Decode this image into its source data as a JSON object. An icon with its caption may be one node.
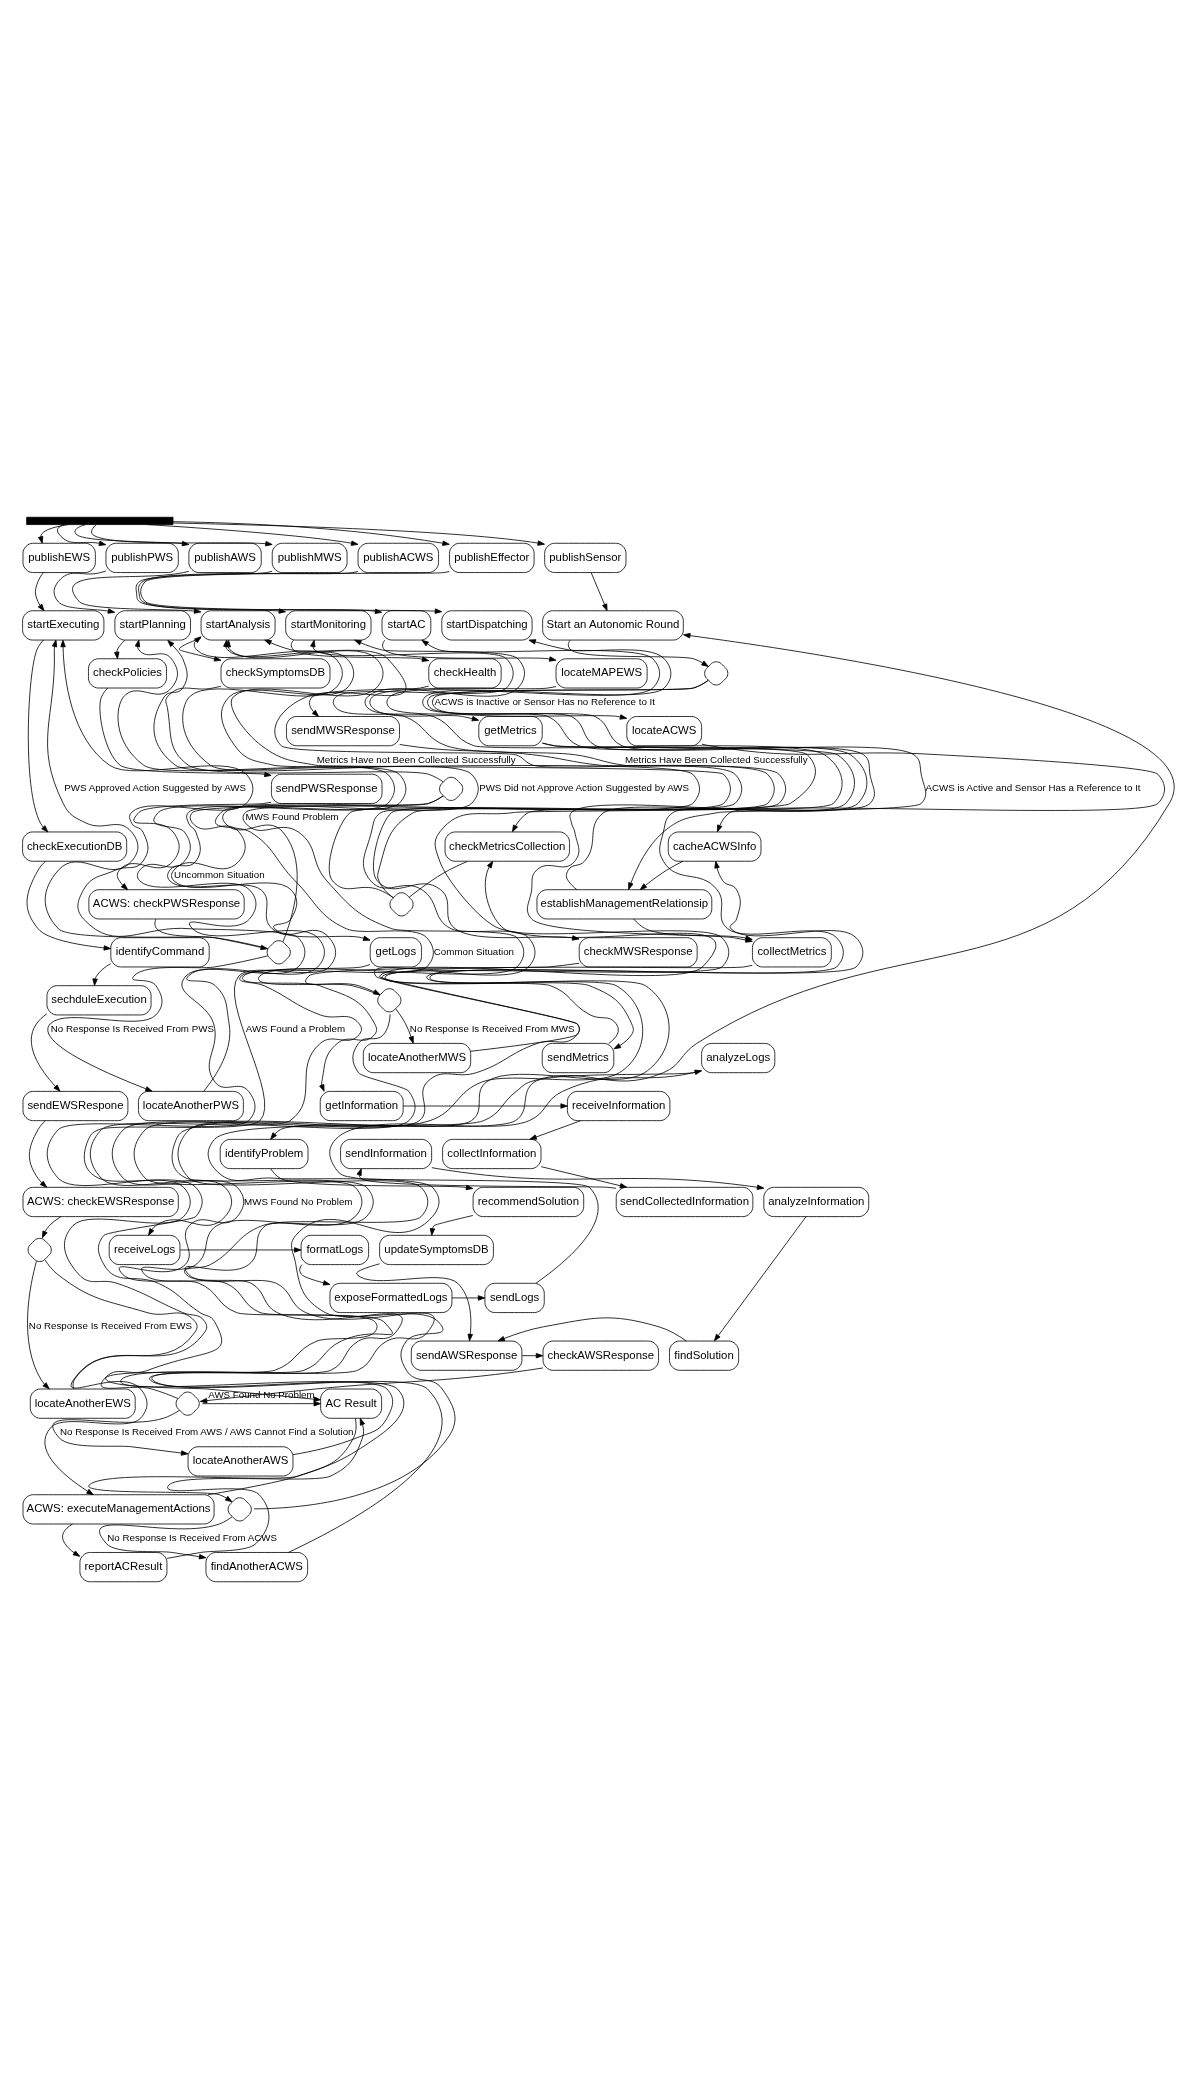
{
  "diagram": {
    "nodes": [
      {
        "text": [],
        "shape": "bar"
      },
      {
        "text": [
          "publishEWS"
        ]
      },
      {
        "text": [
          "startExecuting"
        ]
      },
      {
        "text": [
          "checkExecutionDB"
        ]
      },
      {
        "text": [
          "identifyCommand"
        ]
      },
      {
        "text": [
          "sechduleExecution"
        ]
      },
      {
        "text": [
          "sendEWSRespone"
        ]
      },
      {
        "text": [
          "ACWS: checkEWSResponse"
        ]
      },
      {
        "text": [],
        "shape": "diamond"
      },
      {
        "text": [
          "locateAnotherEWS"
        ]
      },
      {
        "text": [
          "ACWS: executeManagementActions"
        ]
      },
      {
        "text": [
          "publishPWS"
        ]
      },
      {
        "text": [
          "startPlanning"
        ]
      },
      {
        "text": [
          "checkPolicies"
        ]
      },
      {
        "text": [
          "sendPWSResponse"
        ]
      },
      {
        "text": [
          "ACWS: checkPWSResponse"
        ]
      },
      {
        "text": [],
        "shape": "diamond"
      },
      {
        "text": [
          "locateAnotherPWS"
        ]
      },
      {
        "text": [
          "publishAWS"
        ]
      },
      {
        "text": [
          "startAnalysis"
        ]
      },
      {
        "text": [
          "checkSymptomsDB"
        ]
      },
      {
        "text": [],
        "shape": "diamond"
      },
      {
        "text": [
          "getLogs"
        ]
      },
      {
        "text": [
          "analyzeLogs"
        ]
      },
      {
        "text": [
          "identifyProblem"
        ]
      },
      {
        "text": [
          "recommendSolution"
        ]
      },
      {
        "text": [
          "updateSymptomsDB"
        ]
      },
      {
        "text": [
          "sendAWSResponse"
        ]
      },
      {
        "text": [
          "getInformation"
        ]
      },
      {
        "text": [
          "analyzeInformation"
        ]
      },
      {
        "text": [
          "findSolution"
        ]
      },
      {
        "text": [
          "publishMWS"
        ]
      },
      {
        "text": [
          "startMonitoring"
        ]
      },
      {
        "text": [
          "checkHealth"
        ]
      },
      {
        "text": [
          "sendMWSResponse"
        ]
      },
      {
        "text": [
          "publishACWS"
        ]
      },
      {
        "text": [
          "startAC"
        ]
      },
      {
        "text": [
          "locateMAPEWS"
        ]
      },
      {
        "text": [
          "getMetrics"
        ]
      },
      {
        "text": [
          "checkMetricsCollection"
        ]
      },
      {
        "text": [],
        "shape": "diamond"
      },
      {
        "text": [
          "checkMWSResponse"
        ]
      },
      {
        "text": [],
        "shape": "diamond"
      },
      {
        "text": [
          "locateAnotherMWS"
        ]
      },
      {
        "text": [
          "receiveInformation"
        ]
      },
      {
        "text": [
          "sendInformation"
        ]
      },
      {
        "text": [
          "receiveLogs"
        ]
      },
      {
        "text": [
          "sendLogs"
        ]
      },
      {
        "text": [
          "checkAWSResponse"
        ]
      },
      {
        "text": [],
        "shape": "diamond"
      },
      {
        "text": [
          "locateAnotherAWS"
        ]
      },
      {
        "text": [
          "reportACResult"
        ]
      },
      {
        "text": [
          "publishEffector"
        ]
      },
      {
        "text": [
          "startDispatching"
        ]
      },
      {
        "text": [
          "publishSensor"
        ]
      },
      {
        "text": [
          "Start an Autonomic Round"
        ]
      },
      {
        "text": [],
        "shape": "diamond"
      },
      {
        "text": [
          "locateACWS"
        ]
      },
      {
        "text": [
          "cacheACWSInfo"
        ]
      },
      {
        "text": [
          "establishManagementRelationsip"
        ]
      },
      {
        "text": [
          "collectMetrics"
        ]
      },
      {
        "text": [
          "sendMetrics"
        ]
      },
      {
        "text": [
          "collectInformation"
        ]
      },
      {
        "text": [
          "sendCollectedInformation"
        ]
      },
      {
        "text": [
          "formatLogs"
        ]
      },
      {
        "text": [
          "exposeFormattedLogs"
        ]
      },
      {
        "text": [
          "AC Result"
        ]
      },
      {
        "text": [],
        "shape": "diamond"
      },
      {
        "text": [
          "findAnotherACWS"
        ]
      }
    ],
    "edges": [
      {
        "from": 0,
        "to": 1,
        "arrow": "to"
      },
      {
        "from": 0,
        "to": 11,
        "arrow": "to"
      },
      {
        "from": 0,
        "to": 18,
        "arrow": "to"
      },
      {
        "from": 0,
        "to": 31,
        "arrow": "to"
      },
      {
        "from": 0,
        "to": 35,
        "arrow": "to"
      },
      {
        "from": 0,
        "to": 52,
        "arrow": "to"
      },
      {
        "from": 0,
        "to": 54,
        "arrow": "to"
      },
      {
        "from": 1,
        "to": 2,
        "arrow": "to"
      },
      {
        "from": 2,
        "to": 3,
        "arrow": "to"
      },
      {
        "from": 3,
        "to": 4,
        "arrow": "to"
      },
      {
        "from": 4,
        "to": 5,
        "arrow": "to"
      },
      {
        "from": 5,
        "to": 6,
        "arrow": "to"
      },
      {
        "from": 6,
        "to": 7,
        "arrow": "to"
      },
      {
        "from": 7,
        "to": 8,
        "arrow": "to"
      },
      {
        "from": 8,
        "to": 9,
        "label": "No Response Is Received From EWS",
        "arrow": "to"
      },
      {
        "from": 9,
        "to": 2,
        "arrow": "to"
      },
      {
        "from": 8,
        "to": 10,
        "arrow": "to"
      },
      {
        "from": 10,
        "to": 53,
        "arrow": "to"
      },
      {
        "from": 10,
        "to": 51,
        "arrow": "to"
      },
      {
        "from": 11,
        "to": 12,
        "arrow": "to"
      },
      {
        "from": 12,
        "to": 13,
        "arrow": "to"
      },
      {
        "from": 13,
        "to": 14,
        "arrow": "to"
      },
      {
        "from": 14,
        "to": 15,
        "arrow": "to"
      },
      {
        "from": 15,
        "to": 16,
        "arrow": "to"
      },
      {
        "from": 16,
        "to": 17,
        "label": "No Response Is Received From PWS",
        "arrow": "to"
      },
      {
        "from": 17,
        "to": 12,
        "arrow": "to"
      },
      {
        "from": 16,
        "to": 2,
        "label": "PWS Approved Action Suggested by AWS",
        "arrow": "to"
      },
      {
        "from": 16,
        "to": 19,
        "label": "PWS Did not Approve Action Suggested by AWS",
        "arrow": "to"
      },
      {
        "from": 18,
        "to": 19,
        "arrow": "to"
      },
      {
        "from": 19,
        "to": 20,
        "arrow": "to"
      },
      {
        "from": 20,
        "to": 21,
        "arrow": "none"
      },
      {
        "from": 21,
        "to": 22,
        "label": "Uncommon Situation",
        "arrow": "to"
      },
      {
        "from": 21,
        "to": 28,
        "label": "Common Situation",
        "arrow": "to"
      },
      {
        "from": 22,
        "to": 46,
        "arrow": "to"
      },
      {
        "from": 46,
        "to": 64,
        "arrow": "to"
      },
      {
        "from": 64,
        "to": 65,
        "arrow": "to"
      },
      {
        "from": 65,
        "to": 47,
        "arrow": "to"
      },
      {
        "from": 47,
        "to": 23,
        "arrow": "to"
      },
      {
        "from": 23,
        "to": 24,
        "arrow": "to"
      },
      {
        "from": 24,
        "to": 25,
        "arrow": "to"
      },
      {
        "from": 25,
        "to": 26,
        "arrow": "to"
      },
      {
        "from": 26,
        "to": 27,
        "arrow": "to"
      },
      {
        "from": 28,
        "to": 44,
        "arrow": "to"
      },
      {
        "from": 44,
        "to": 62,
        "arrow": "to"
      },
      {
        "from": 62,
        "to": 63,
        "arrow": "to"
      },
      {
        "from": 63,
        "to": 45,
        "arrow": "to"
      },
      {
        "from": 45,
        "to": 29,
        "arrow": "to"
      },
      {
        "from": 29,
        "to": 30,
        "arrow": "to"
      },
      {
        "from": 30,
        "to": 27,
        "arrow": "to"
      },
      {
        "from": 27,
        "to": 48,
        "arrow": "to"
      },
      {
        "from": 48,
        "to": 49,
        "arrow": "to"
      },
      {
        "from": 49,
        "to": 12,
        "label": "AWS Found a Problem",
        "arrow": "to"
      },
      {
        "from": 49,
        "to": 50,
        "label": "No Response Is Received From AWS / AWS Cannot Find a Solution",
        "arrow": "to"
      },
      {
        "from": 49,
        "to": 66,
        "label": "AWS Found No Problem",
        "arrow": "to"
      },
      {
        "from": 50,
        "to": 19,
        "arrow": "to"
      },
      {
        "from": 31,
        "to": 32,
        "arrow": "to"
      },
      {
        "from": 32,
        "to": 33,
        "arrow": "to"
      },
      {
        "from": 33,
        "to": 34,
        "arrow": "to"
      },
      {
        "from": 34,
        "to": 41,
        "arrow": "to"
      },
      {
        "from": 35,
        "to": 36,
        "arrow": "to"
      },
      {
        "from": 36,
        "to": 37,
        "arrow": "to"
      },
      {
        "from": 37,
        "to": 38,
        "arrow": "to"
      },
      {
        "from": 38,
        "to": 39,
        "arrow": "to"
      },
      {
        "from": 39,
        "to": 40,
        "arrow": "none"
      },
      {
        "from": 40,
        "to": 32,
        "label": "Metrics Have Been Collected Successfully",
        "arrow": "to"
      },
      {
        "from": 40,
        "to": 19,
        "label": "Metrics Have not Been Collected Successfully",
        "arrow": "to"
      },
      {
        "from": 41,
        "to": 42,
        "arrow": "to"
      },
      {
        "from": 42,
        "to": 43,
        "label": "No Response Is Received From MWS",
        "arrow": "to"
      },
      {
        "from": 42,
        "to": 19,
        "label": "MWS Found Problem",
        "arrow": "to"
      },
      {
        "from": 42,
        "to": 66,
        "label": "MWS Found No Problem",
        "arrow": "to"
      },
      {
        "from": 43,
        "to": 32,
        "arrow": "to"
      },
      {
        "from": 38,
        "to": 60,
        "arrow": "to"
      },
      {
        "from": 51,
        "to": 66,
        "arrow": "to"
      },
      {
        "from": 52,
        "to": 53,
        "arrow": "to"
      },
      {
        "from": 54,
        "to": 55,
        "arrow": "to"
      },
      {
        "from": 55,
        "to": 56,
        "arrow": "to"
      },
      {
        "from": 56,
        "to": 57,
        "label": "ACWS is Inactive or Sensor Has no Reference to It",
        "arrow": "to"
      },
      {
        "from": 56,
        "to": 59,
        "label": "ACWS is Active and Sensor Has a Reference to It",
        "arrow": "to"
      },
      {
        "from": 57,
        "to": 58,
        "arrow": "to"
      },
      {
        "from": 58,
        "to": 59,
        "arrow": "to"
      },
      {
        "from": 59,
        "to": 36,
        "arrow": "to"
      },
      {
        "from": 59,
        "to": 60,
        "arrow": "to"
      },
      {
        "from": 60,
        "to": 61,
        "arrow": "to"
      },
      {
        "from": 61,
        "to": 39,
        "arrow": "to"
      },
      {
        "from": 66,
        "to": 67,
        "arrow": "to"
      },
      {
        "from": 67,
        "to": 68,
        "label": "No Response Is Received From ACWS",
        "arrow": "to"
      },
      {
        "from": 67,
        "to": 55,
        "arrow": "to"
      },
      {
        "from": 68,
        "to": 58,
        "arrow": "to"
      }
    ]
  }
}
